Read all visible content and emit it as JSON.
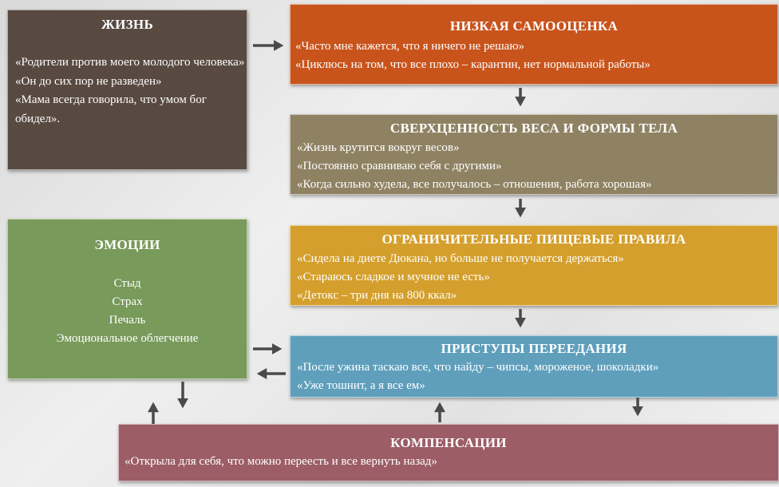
{
  "zhizn": {
    "title": "ЖИЗНЬ",
    "lines": [
      "«Родители против моего молодого человека»",
      "«Он до сих пор не разведен»",
      "«Мама всегда говорила, что умом бог обидел»."
    ]
  },
  "samoocenka": {
    "title": "НИЗКАЯ САМООЦЕНКА",
    "lines": [
      "«Часто мне кажется, что я ничего не решаю»",
      "«Циклюсь на том, что все плохо – карантин, нет нормальной работы»"
    ]
  },
  "sverh": {
    "title": "СВЕРХЦЕННОСТЬ ВЕСА И ФОРМЫ ТЕЛА",
    "lines": [
      "«Жизнь крутится вокруг весов»",
      "«Постоянно сравниваю себя с другими»",
      "«Когда сильно худела, все получалось – отношения, работа хорошая»"
    ]
  },
  "ogran": {
    "title": "ОГРАНИЧИТЕЛЬНЫЕ ПИЩЕВЫЕ ПРАВИЛА",
    "lines": [
      "«Сидела на диете Дюкана, но больше не получается держаться»",
      "«Стараюсь сладкое и мучное не есть»",
      "«Детокс – три дня на 800 ккал»"
    ]
  },
  "pristupy": {
    "title": "ПРИСТУПЫ ПЕРЕЕДАНИЯ",
    "lines": [
      "«После ужина таскаю все, что найду – чипсы, мороженое, шоколадки»",
      "«Уже тошнит, а я все ем»"
    ]
  },
  "emocii": {
    "title": "ЭМОЦИИ",
    "lines": [
      "Стыд",
      "Страх",
      "Печаль",
      "Эмоциональное облегчение"
    ]
  },
  "kompensacii": {
    "title": "КОМПЕНСАЦИИ",
    "lines": [
      "«Открыла для себя, что можно переесть и все вернуть назад»"
    ]
  }
}
